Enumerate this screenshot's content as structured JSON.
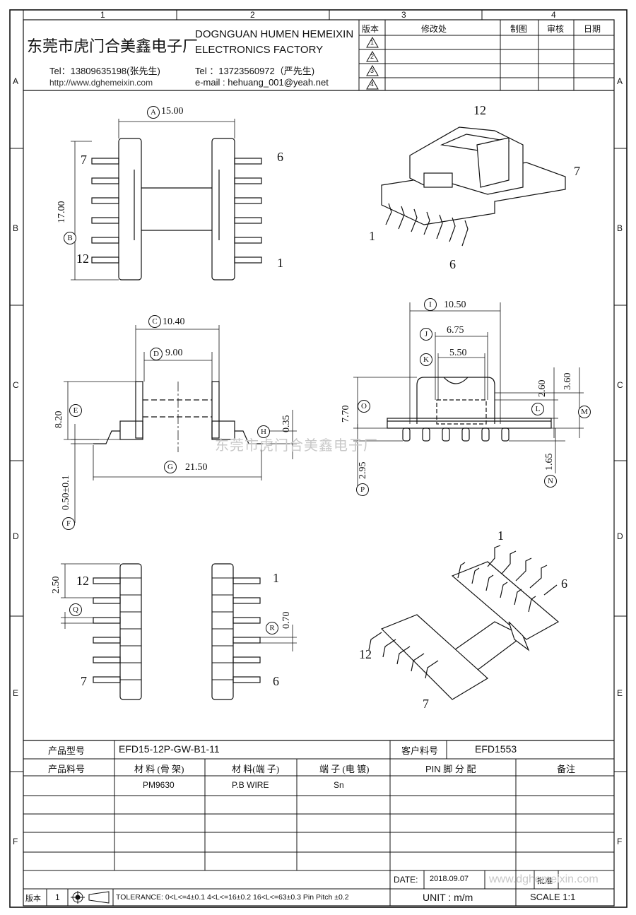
{
  "grid": {
    "cols": [
      "1",
      "2",
      "3",
      "4"
    ],
    "rows": [
      "A",
      "B",
      "C",
      "D",
      "E",
      "F"
    ]
  },
  "company": {
    "name_cn": "东莞市虎门合美鑫电子厂",
    "name_en_1": "DOGNGUAN HUMEN HEMEIXIN",
    "name_en_2": "ELECTRONICS FACTORY",
    "tel1": "Tel：13809635198(张先生)",
    "tel2": "Tel ：13723560972（严先生)",
    "website": "http://www.dghemeixin.com",
    "email": "e-mail : hehuang_001@yeah.net"
  },
  "revision_table": {
    "headers": [
      "版本",
      "修改处",
      "制图",
      "审核",
      "日期"
    ],
    "rows": [
      "1",
      "2",
      "3",
      "4"
    ]
  },
  "pins": {
    "p1": "1",
    "p6": "6",
    "p7": "7",
    "p12": "12"
  },
  "dims": {
    "A": {
      "tag": "A",
      "value": "15.00"
    },
    "B": {
      "tag": "B",
      "value": "17.00"
    },
    "C": {
      "tag": "C",
      "value": "10.40"
    },
    "D": {
      "tag": "D",
      "value": "9.00"
    },
    "E": {
      "tag": "E",
      "value": "8.20"
    },
    "F": {
      "tag": "F",
      "value": "0.50±0.1"
    },
    "G": {
      "tag": "G",
      "value": "21.50"
    },
    "H": {
      "tag": "H",
      "value": "0.35"
    },
    "I": {
      "tag": "I",
      "value": "10.50"
    },
    "J": {
      "tag": "J",
      "value": "6.75"
    },
    "K": {
      "tag": "K",
      "value": "5.50"
    },
    "L": {
      "tag": "L",
      "value": "2.60"
    },
    "M": {
      "tag": "M",
      "value": "3.60"
    },
    "N": {
      "tag": "N",
      "value": "1.65"
    },
    "O": {
      "tag": "O",
      "value": "7.70"
    },
    "P": {
      "tag": "P",
      "value": "2.95"
    },
    "Q": {
      "tag": "Q",
      "value": "2.50"
    },
    "R": {
      "tag": "R",
      "value": "0.70"
    }
  },
  "watermark": "东莞市虎门合美鑫电子厂",
  "watermark2": "www.dghemeixin.com",
  "info": {
    "model_label": "产品型号",
    "model_value": "EFD15-12P-GW-B1-11",
    "cust_label": "客户料号",
    "cust_value": "EFD1553",
    "part_label": "产品料号",
    "mat_bobbin_label": "材 料 (骨 架)",
    "mat_pin_label": "材 料(端 子)",
    "plating_label": "端 子 (电 镀)",
    "pin_assign_label": "PIN 脚 分 配",
    "remarks_label": "备注",
    "mat_bobbin": "PM9630",
    "mat_pin": "P.B WIRE",
    "plating": "Sn",
    "date_label": "DATE:",
    "date_value": "2018.09.07",
    "approve_label": "批准",
    "unit": "UNIT : m/m",
    "scale": "SCALE   1:1",
    "version_label": "版本",
    "version_value": "1",
    "tolerance": "TOLERANCE:  0<L<=4±0.1  4<L<=16±0.2  16<L<=63±0.3  Pin Pitch  ±0.2"
  }
}
